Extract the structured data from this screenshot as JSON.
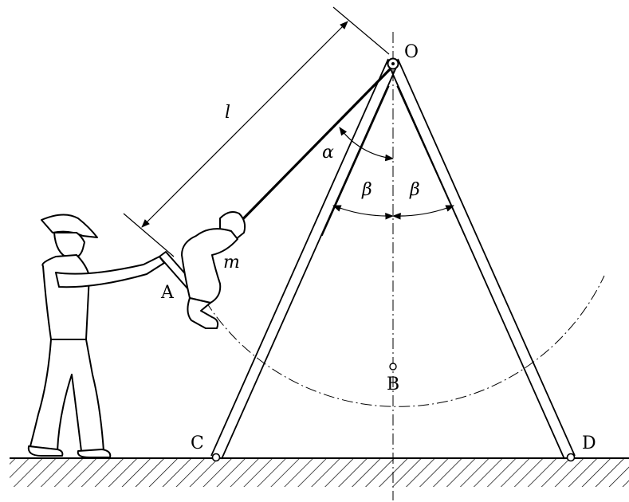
{
  "labels": {
    "point_o": "O",
    "point_a": "A",
    "point_b": "B",
    "point_c": "C",
    "point_d": "D",
    "length": "l",
    "mass": "m",
    "angle_alpha": "α",
    "angle_beta_left": "β",
    "angle_beta_right": "β"
  }
}
